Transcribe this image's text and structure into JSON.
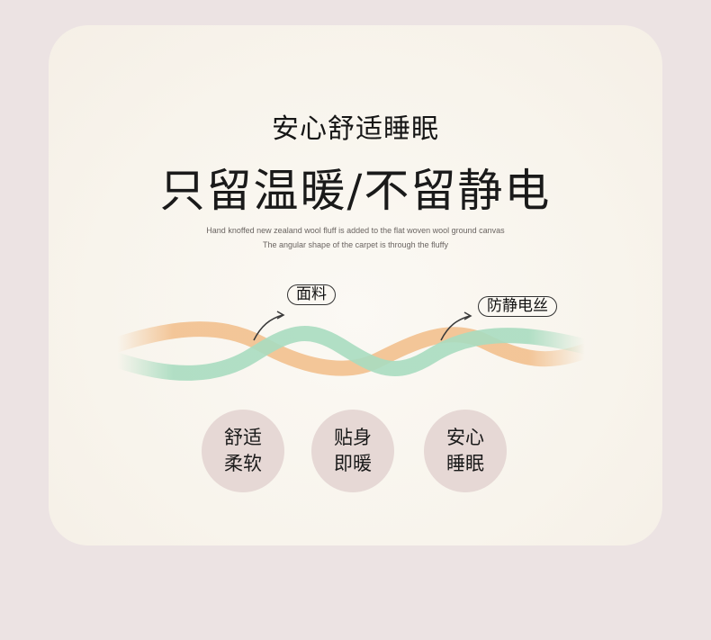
{
  "header": {
    "subtitle": "安心舒适睡眠",
    "title": "只留温暖/不留静电",
    "desc_line1": "Hand knoffed new zealand wool fluff is added to the flat woven wool ground canvas",
    "desc_line2": "The angular shape of the carpet is through the fluffy"
  },
  "labels": {
    "fabric": "面料",
    "antistatic": "防静电丝"
  },
  "features": [
    {
      "line1": "舒适",
      "line2": "柔软"
    },
    {
      "line1": "贴身",
      "line2": "即暖"
    },
    {
      "line1": "安心",
      "line2": "睡眠"
    }
  ],
  "colors": {
    "background": "#ece3e3",
    "card": "#f8f4ec",
    "fiber_green": "#a9dcc0",
    "fiber_orange": "#f2c08e",
    "circle": "#e6d8d5"
  }
}
